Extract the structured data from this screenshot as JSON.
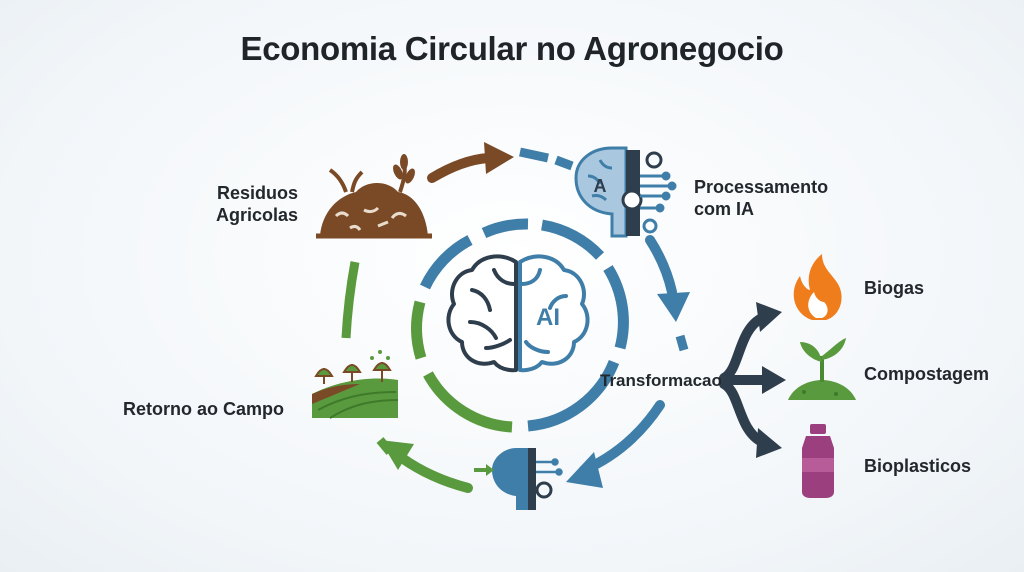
{
  "title": "Economia Circular no Agronegocio",
  "labels": {
    "residuos_line1": "Residuos",
    "residuos_line2": "Agricolas",
    "processamento_line1": "Processamento",
    "processamento_line2": "com IA",
    "transformacao": "Transformacao",
    "retorno": "Retorno ao Campo",
    "biogas": "Biogas",
    "compostagem": "Compostagem",
    "bioplasticos": "Bioplasticos"
  },
  "icons": {
    "center_brain": "brain-ai-icon",
    "brain_text": "AI",
    "processing_head": "ai-head-gears-icon",
    "processing_head_letter": "A",
    "waste": "compost-pile-icon",
    "field": "farm-field-icon",
    "flame": "flame-icon",
    "sprout": "sprout-icon",
    "bottle": "bottle-icon",
    "small_ai": "small-ai-head-icon"
  },
  "colors": {
    "blue": "#3f7ea8",
    "green": "#5a9a3f",
    "brown": "#7a4a26",
    "navy": "#2f3e4d",
    "orange": "#f07d1c",
    "purple": "#9b3f7e",
    "text": "#23282d"
  }
}
